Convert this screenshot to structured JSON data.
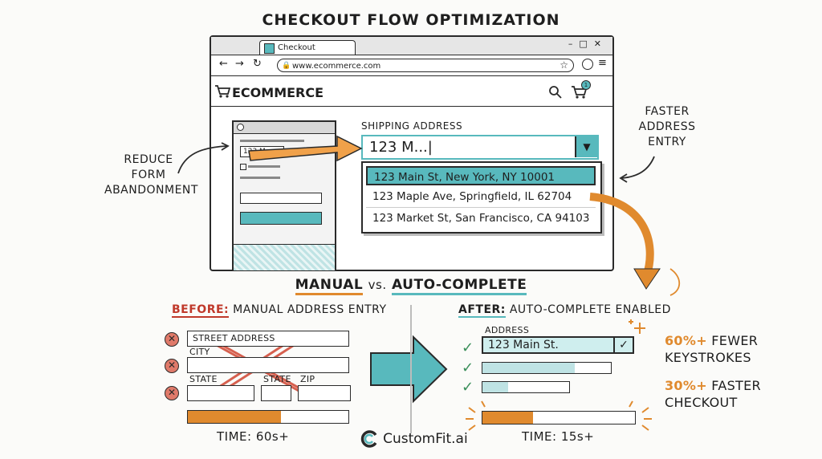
{
  "title": "CHECKOUT FLOW OPTIMIZATION",
  "browser": {
    "tab_label": "Checkout",
    "url": "www.ecommerce.com",
    "brand": "ECOMMERCE",
    "cart_count": "1"
  },
  "form": {
    "label": "SHIPPING ADDRESS",
    "input_value": "123 M...|",
    "suggestions": [
      "123 Main St, New York, NY 10001",
      "123 Maple Ave, Springfield, IL 62704",
      "123 Market St, San Francisco, CA 94103"
    ],
    "mini_field_value": "123 M..."
  },
  "annotations": {
    "left": [
      "REDUCE",
      "FORM",
      "ABANDONMENT"
    ],
    "right": [
      "FASTER",
      "ADDRESS",
      "ENTRY"
    ]
  },
  "comparison": {
    "manual": "MANUAL",
    "vs": "vs.",
    "auto": "AUTO-COMPLETE",
    "before": {
      "head_bold": "BEFORE:",
      "head_rest": "MANUAL ADDRESS ENTRY",
      "labels": [
        "STREET ADDRESS",
        "CITY",
        "STATE",
        "STATE",
        "ZIP"
      ],
      "time": "TIME: 60s+",
      "progress": 0.58
    },
    "after": {
      "head_bold": "AFTER:",
      "head_rest": "AUTO-COMPLETE ENABLED",
      "field_label": "ADDRESS",
      "field_value": "123 Main St.",
      "time": "TIME: 15s+",
      "progress": 0.33
    }
  },
  "stats": [
    {
      "num": "60%+",
      "rest": "FEWER",
      "line2": "KEYSTROKES"
    },
    {
      "num": "30%+",
      "rest": "FASTER",
      "line2": "CHECKOUT"
    }
  ],
  "logo": "CustomFit.ai",
  "colors": {
    "teal": "#58b9bd",
    "orange": "#e08a2e",
    "red": "#e07a6a",
    "green": "#3a8f5a"
  }
}
